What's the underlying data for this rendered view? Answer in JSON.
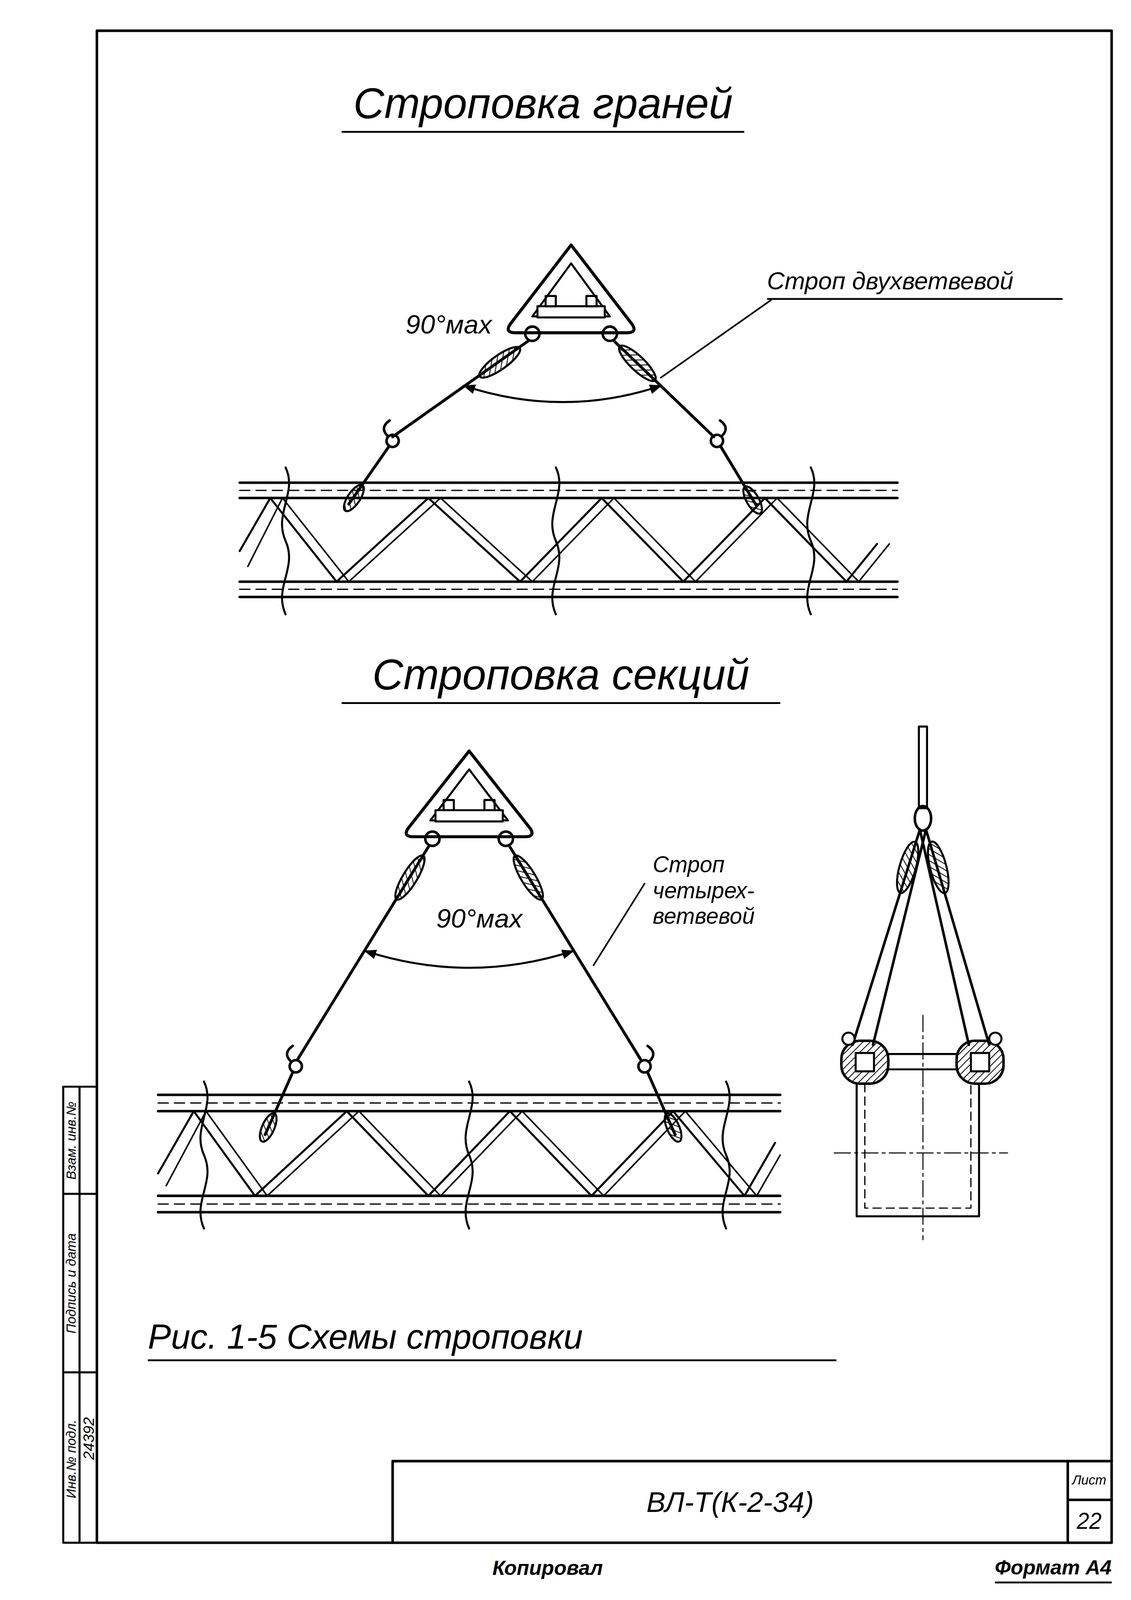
{
  "diagram": {
    "caption": "Рис. 1-5 Схемы строповки",
    "labels": [
      "Строповка граней",
      "90°мах",
      "Строп двухветвевой",
      "Строповка секций",
      "90°мах",
      "Строп четырех- ветвевой",
      "Взам. инв.№",
      "Подпись и дата",
      "Инв.№ подл.",
      "24392",
      "ВЛ-Т(К-2-34)",
      "Лист",
      "22",
      "Копировал",
      "Формат А4"
    ]
  }
}
